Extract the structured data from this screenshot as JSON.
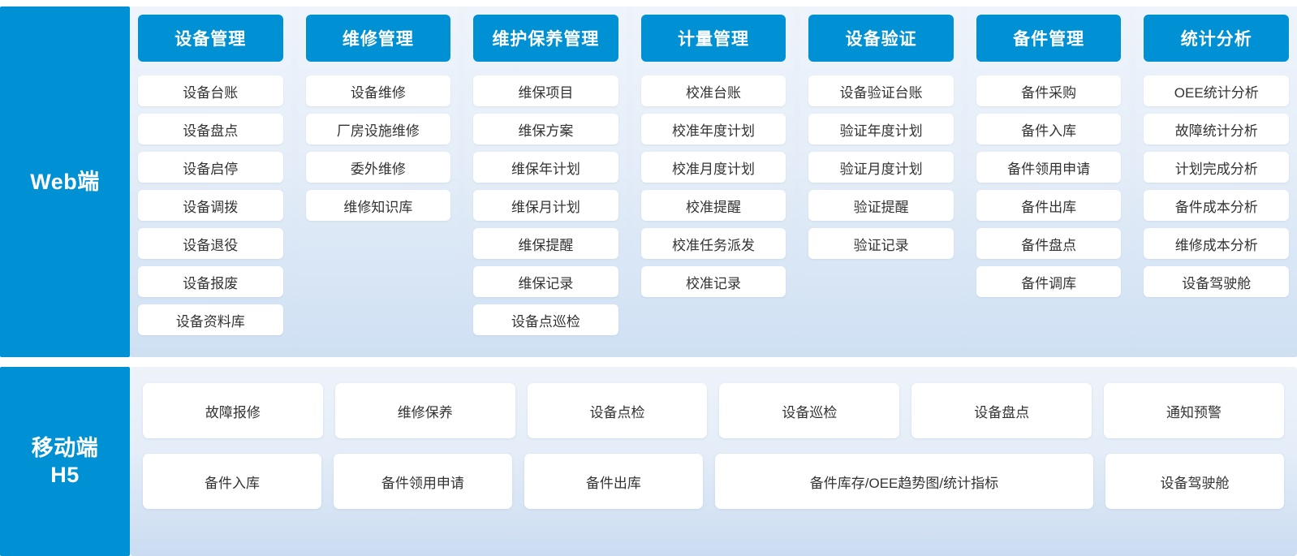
{
  "theme": {
    "accent": "#0090D4",
    "panel_bg_top": "#eff4fb",
    "panel_bg_bottom": "#cfe0f3",
    "item_bg": "#ffffff",
    "item_text": "#333333",
    "header_text": "#ffffff"
  },
  "web": {
    "side_label_line1": "Web端",
    "columns": [
      {
        "header": "设备管理",
        "items": [
          "设备台账",
          "设备盘点",
          "设备启停",
          "设备调拨",
          "设备退役",
          "设备报废",
          "设备资料库"
        ]
      },
      {
        "header": "维修管理",
        "items": [
          "设备维修",
          "厂房设施维修",
          "委外维修",
          "维修知识库"
        ]
      },
      {
        "header": "维护保养管理",
        "items": [
          "维保项目",
          "维保方案",
          "维保年计划",
          "维保月计划",
          "维保提醒",
          "维保记录",
          "设备点巡检"
        ]
      },
      {
        "header": "计量管理",
        "items": [
          "校准台账",
          "校准年度计划",
          "校准月度计划",
          "校准提醒",
          "校准任务派发",
          "校准记录"
        ]
      },
      {
        "header": "设备验证",
        "items": [
          "设备验证台账",
          "验证年度计划",
          "验证月度计划",
          "验证提醒",
          "验证记录"
        ]
      },
      {
        "header": "备件管理",
        "items": [
          "备件采购",
          "备件入库",
          "备件领用申请",
          "备件出库",
          "备件盘点",
          "备件调库"
        ]
      },
      {
        "header": "统计分析",
        "items": [
          "OEE统计分析",
          "故障统计分析",
          "计划完成分析",
          "备件成本分析",
          "维修成本分析",
          "设备驾驶舱"
        ]
      }
    ]
  },
  "mobile": {
    "side_label_line1": "移动端",
    "side_label_line2": "H5",
    "rows": [
      {
        "items": [
          {
            "label": "故障报修",
            "wide": false
          },
          {
            "label": "维修保养",
            "wide": false
          },
          {
            "label": "设备点检",
            "wide": false
          },
          {
            "label": "设备巡检",
            "wide": false
          },
          {
            "label": "设备盘点",
            "wide": false
          },
          {
            "label": "通知预警",
            "wide": false
          }
        ]
      },
      {
        "items": [
          {
            "label": "备件入库",
            "wide": false
          },
          {
            "label": "备件领用申请",
            "wide": false
          },
          {
            "label": "备件出库",
            "wide": false
          },
          {
            "label": "备件库存/OEE趋势图/统计指标",
            "wide": true
          },
          {
            "label": "设备驾驶舱",
            "wide": false
          }
        ]
      }
    ]
  }
}
